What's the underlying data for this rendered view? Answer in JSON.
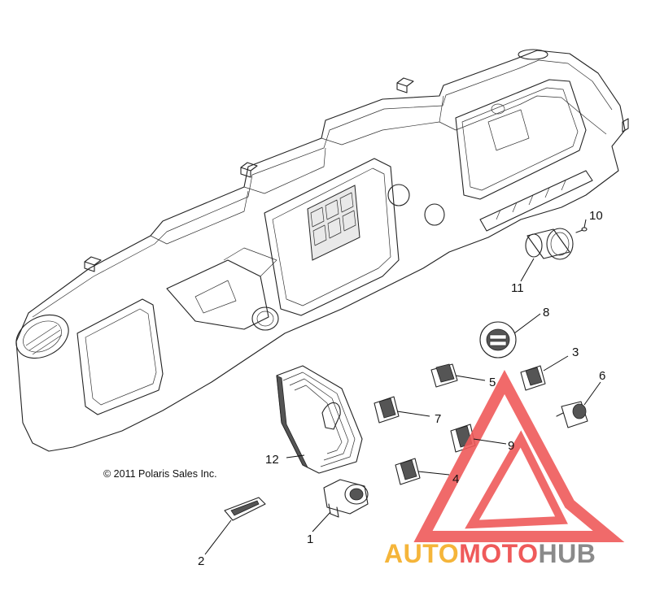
{
  "copyright": "© 2011 Polaris Sales Inc.",
  "watermark": {
    "part1": "AUTO",
    "part2": "MOTO",
    "part3": "HUB",
    "color_orange": "#f5b53a",
    "color_red": "#ef5a5a",
    "color_gray": "#8a8a8a"
  },
  "callouts": [
    {
      "id": "1",
      "label": "1"
    },
    {
      "id": "2",
      "label": "2"
    },
    {
      "id": "3",
      "label": "3"
    },
    {
      "id": "4",
      "label": "4"
    },
    {
      "id": "5",
      "label": "5"
    },
    {
      "id": "6",
      "label": "6"
    },
    {
      "id": "7",
      "label": "7"
    },
    {
      "id": "8",
      "label": "8"
    },
    {
      "id": "9",
      "label": "9"
    },
    {
      "id": "10",
      "label": "10"
    },
    {
      "id": "11",
      "label": "11"
    },
    {
      "id": "12",
      "label": "12"
    }
  ]
}
